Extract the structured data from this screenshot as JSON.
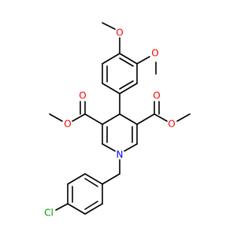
{
  "atoms": {
    "o_methoxy_top": {
      "text": "O",
      "color": "#ff0000"
    },
    "o_methoxy_right": {
      "text": "O",
      "color": "#ff0000"
    },
    "o_ester_left_carbonyl": {
      "text": "O",
      "color": "#ff0000"
    },
    "o_ester_left_ether": {
      "text": "O",
      "color": "#ff0000"
    },
    "o_ester_right_carbonyl": {
      "text": "O",
      "color": "#ff0000"
    },
    "o_ester_right_ether": {
      "text": "O",
      "color": "#ff0000"
    },
    "n_ring": {
      "text": "N",
      "color": "#0000ff"
    },
    "cl": {
      "text": "Cl",
      "color": "#00a000"
    }
  }
}
